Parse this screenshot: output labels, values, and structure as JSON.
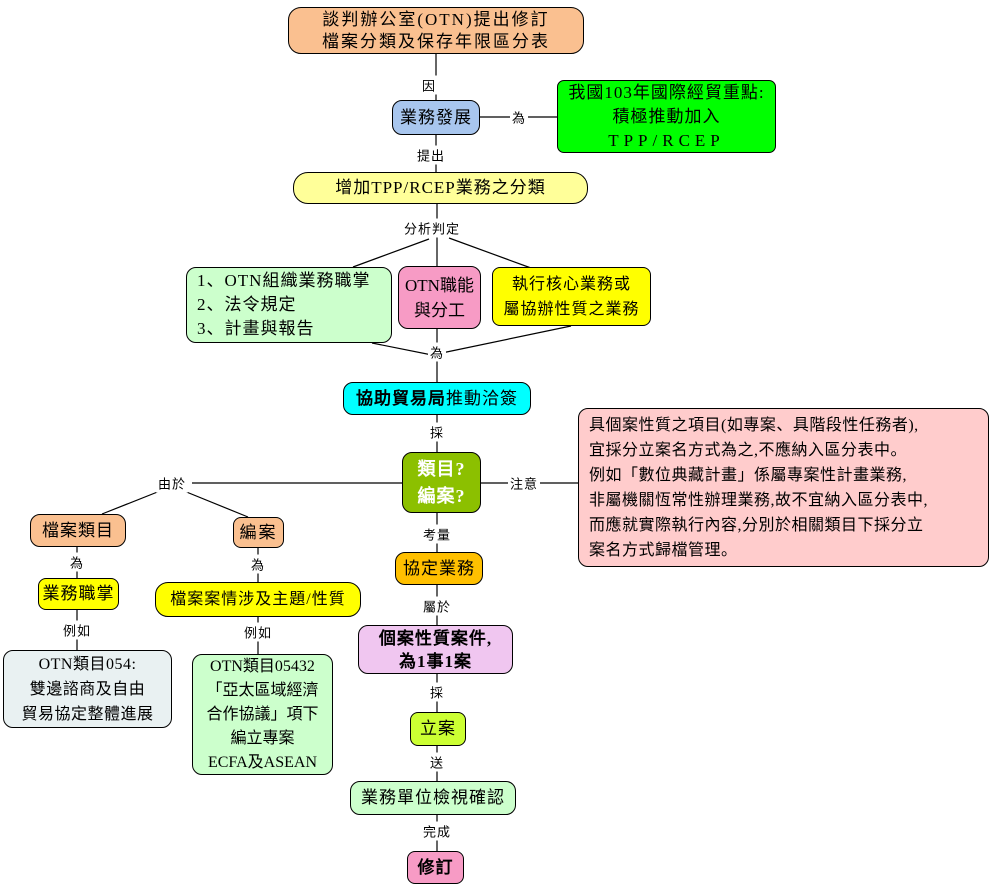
{
  "edge_labels": {
    "cause": "因",
    "is_1": "為",
    "propose": "提出",
    "analyze": "分析判定",
    "is_2": "為",
    "adopt_1": "採",
    "attention": "注意",
    "because": "由於",
    "is_3": "為",
    "example_1": "例如",
    "is_4": "為",
    "example_2": "例如",
    "consider": "考量",
    "belongs_to": "屬於",
    "adopt_2": "採",
    "send": "送",
    "complete": "完成"
  },
  "nodes": {
    "start": {
      "color": "#FAC090",
      "lines": [
        "談判辦公室(OTN)提出修訂",
        "檔案分類及保存年限區分表"
      ]
    },
    "business_development": {
      "color": "#A8C6EE",
      "label": "業務發展"
    },
    "trade_focus": {
      "color": "#00FF00",
      "lines": [
        "我國103年國際經貿重點:",
        "積極推動加入",
        "TPP/RCEP"
      ]
    },
    "add_category": {
      "color": "#FFFF99",
      "label": "增加TPP/RCEP業務之分類"
    },
    "otn_duties": {
      "color": "#CCFFCC",
      "lines": [
        "1、OTN組織業務職掌",
        "2、法令規定",
        "3、計畫與報告"
      ]
    },
    "otn_function": {
      "color": "#F79BC5",
      "lines": [
        "OTN職能",
        "與分工"
      ]
    },
    "core_business": {
      "color": "#FFFF00",
      "lines": [
        "執行核心業務或",
        "屬協辦性質之業務"
      ]
    },
    "assist_trade_bureau": {
      "color": "#00FFFF",
      "bold": "協助貿易局",
      "rest": "推動洽簽"
    },
    "question": {
      "color": "#8CC000",
      "lines": [
        "類目?",
        "編案?"
      ]
    },
    "note": {
      "color": "#FFCCCC",
      "lines": [
        "具個案性質之項目(如專案、具階段性任務者),",
        "宜採分立案名方式為之,不應納入區分表中。",
        "例如「數位典藏計畫」係屬專案性計畫業務,",
        "非屬機關恆常性辦理業務,故不宜納入區分表中,",
        "而應就實際執行內容,分別於相關類目下採分立",
        "案名方式歸檔管理。"
      ]
    },
    "file_category": {
      "color": "#FAC090",
      "label": "檔案類目"
    },
    "filing": {
      "color": "#FAC090",
      "label": "編案"
    },
    "business_duty": {
      "color": "#FFFF00",
      "label": "業務職掌"
    },
    "example_054": {
      "color": "#E9F1F2",
      "lines": [
        "OTN類目054:",
        "雙邊諮商及自由",
        "貿易協定整體進展"
      ]
    },
    "case_subject": {
      "color": "#FFFF00",
      "label": "檔案案情涉及主題/性質"
    },
    "example_05432": {
      "color": "#CCFFCC",
      "lines": [
        "OTN類目05432",
        "「亞太區域經濟",
        "合作協議」項下",
        "編立專案",
        "ECFA及ASEAN"
      ]
    },
    "agreement_business": {
      "color": "#FFC000",
      "label": "協定業務"
    },
    "case_nature": {
      "color": "#F0C6F0",
      "lines": [
        "個案性質案件,",
        "為1事1案"
      ]
    },
    "register_case": {
      "color": "#CCFF33",
      "label": "立案"
    },
    "unit_review": {
      "color": "#CCFFCC",
      "label": "業務單位檢視確認"
    },
    "revise": {
      "color": "#F79BC5",
      "label": "修訂"
    }
  }
}
